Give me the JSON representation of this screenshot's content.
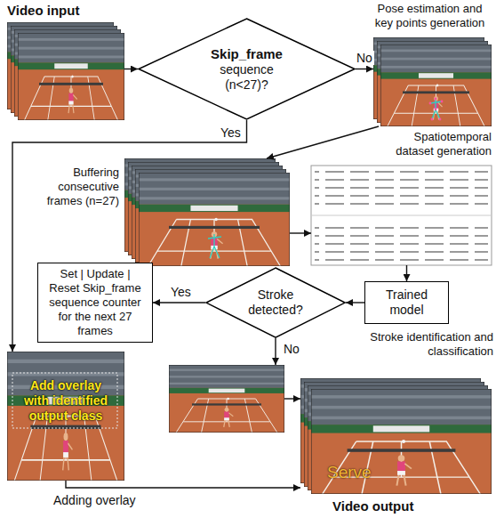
{
  "diagram": {
    "nodes": [
      {
        "text": [
          "Video input"
        ]
      },
      {
        "text": [
          "Skip_frame",
          "sequence (n<27)?"
        ]
      },
      {
        "text": [
          "Pose estimation and key points generation"
        ]
      },
      {
        "text": [
          "Buffering consecutive frames (n=27)"
        ]
      },
      {
        "text": [
          "Spatiotemporal dataset generation"
        ]
      },
      {
        "text": [
          "Trained model"
        ]
      },
      {
        "text": [
          "Stroke detected?"
        ]
      },
      {
        "text": [
          "Set | Update | Reset Skip_frame sequence counter for the next 27 frames"
        ]
      },
      {
        "text": [
          "Add overlay with identified output class"
        ]
      },
      {
        "text": []
      },
      {
        "text": [
          "Serve",
          "Video output"
        ]
      }
    ],
    "edges": [
      {
        "from": 0,
        "to": 1,
        "arrow": "to"
      },
      {
        "from": 1,
        "to": 2,
        "label": "No",
        "arrow": "to"
      },
      {
        "from": 1,
        "to": 8,
        "label": "Yes",
        "arrow": "to"
      },
      {
        "from": 2,
        "to": 3,
        "arrow": "to"
      },
      {
        "from": 3,
        "to": 4,
        "arrow": "to"
      },
      {
        "from": 4,
        "to": 5,
        "arrow": "to"
      },
      {
        "from": 5,
        "to": 6,
        "arrow": "to"
      },
      {
        "from": 6,
        "to": 7,
        "label": "Yes",
        "arrow": "to"
      },
      {
        "from": 6,
        "to": 9,
        "label": "No",
        "arrow": "to"
      },
      {
        "from": 9,
        "to": 10,
        "arrow": "to"
      },
      {
        "from": 8,
        "to": 10,
        "label": "Adding overlay",
        "arrow": "to"
      }
    ],
    "labels": [
      "Stroke identification and classification"
    ]
  }
}
